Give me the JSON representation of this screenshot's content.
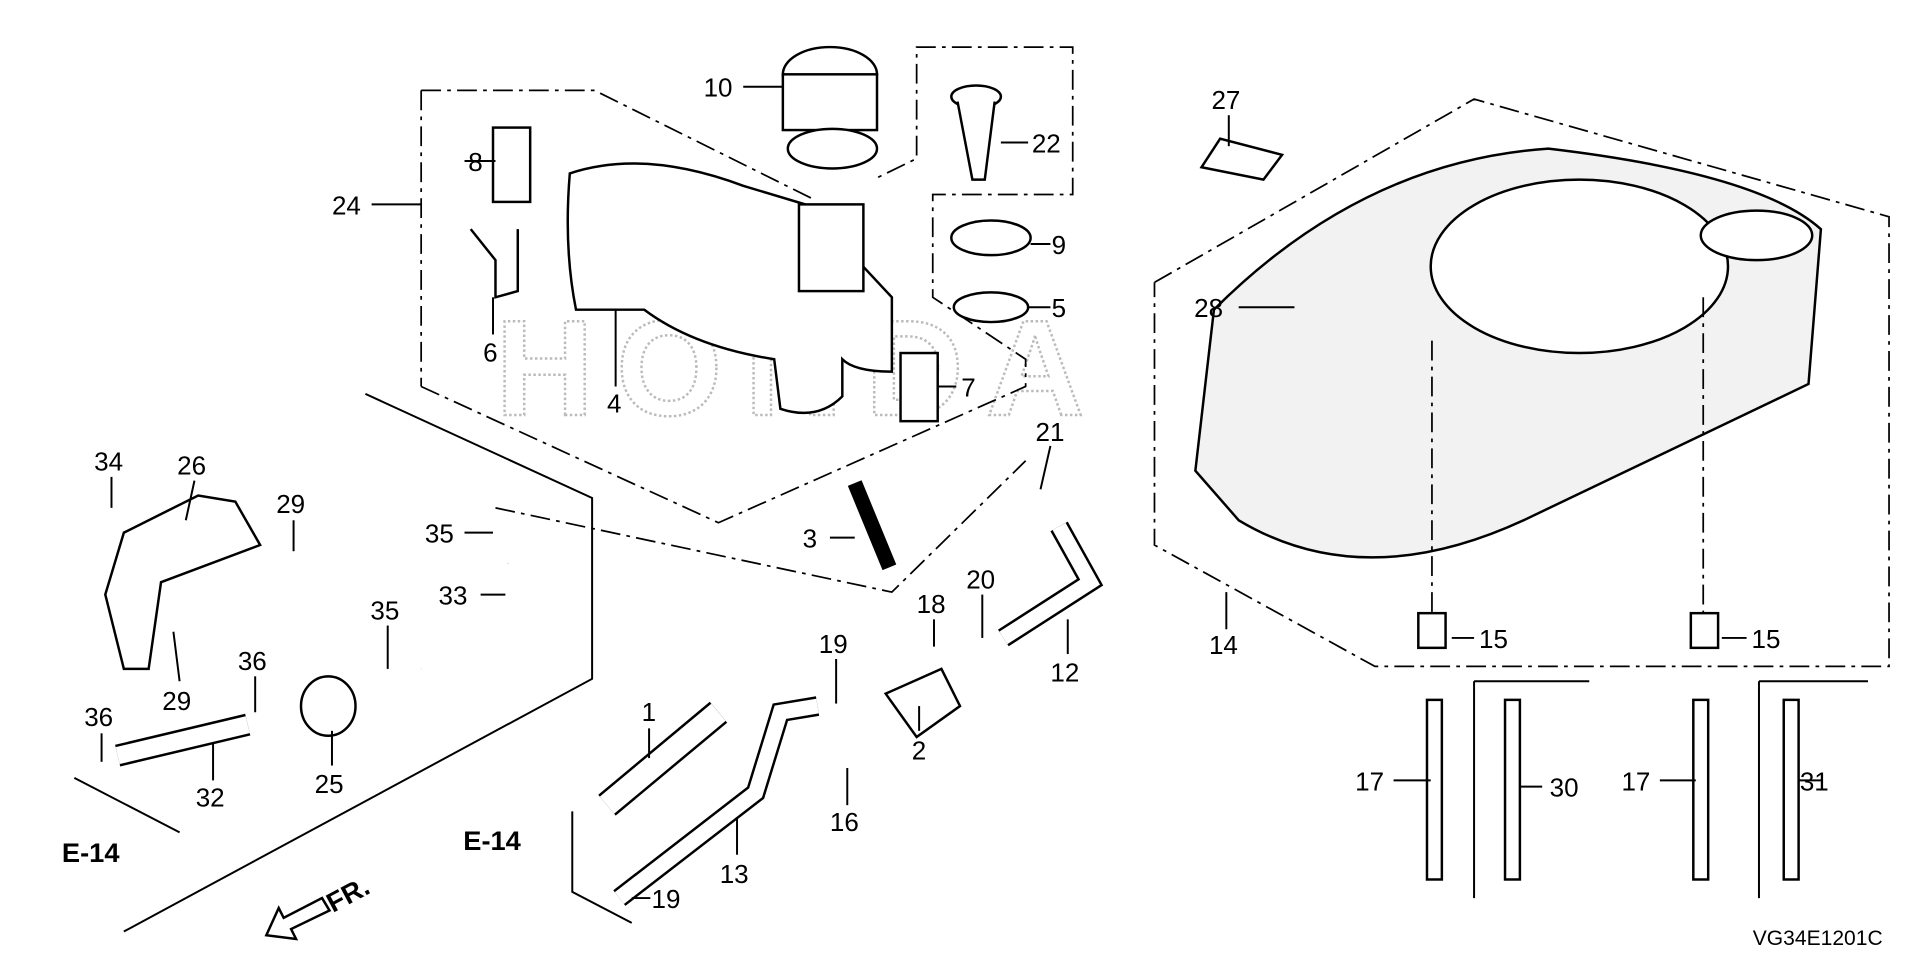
{
  "watermark": "HONDA",
  "diagram_code": "VG34E1201C",
  "front_marker": "FR.",
  "refs": {
    "e14_left": "E-14",
    "e14_mid": "E-14"
  },
  "labels": {
    "p1": "1",
    "p2": "2",
    "p3": "3",
    "p4": "4",
    "p5": "5",
    "p6": "6",
    "p7": "7",
    "p8": "8",
    "p9": "9",
    "p10": "10",
    "p12": "12",
    "p13": "13",
    "p14": "14",
    "p15a": "15",
    "p15b": "15",
    "p16": "16",
    "p17a": "17",
    "p17b": "17",
    "p18": "18",
    "p19a": "19",
    "p19b": "19",
    "p20": "20",
    "p21": "21",
    "p22": "22",
    "p24": "24",
    "p25": "25",
    "p26": "26",
    "p27": "27",
    "p28": "28",
    "p29a": "29",
    "p29b": "29",
    "p30": "30",
    "p31": "31",
    "p32": "32",
    "p33": "33",
    "p34": "34",
    "p35a": "35",
    "p35b": "35",
    "p36a": "36",
    "p36b": "36"
  }
}
